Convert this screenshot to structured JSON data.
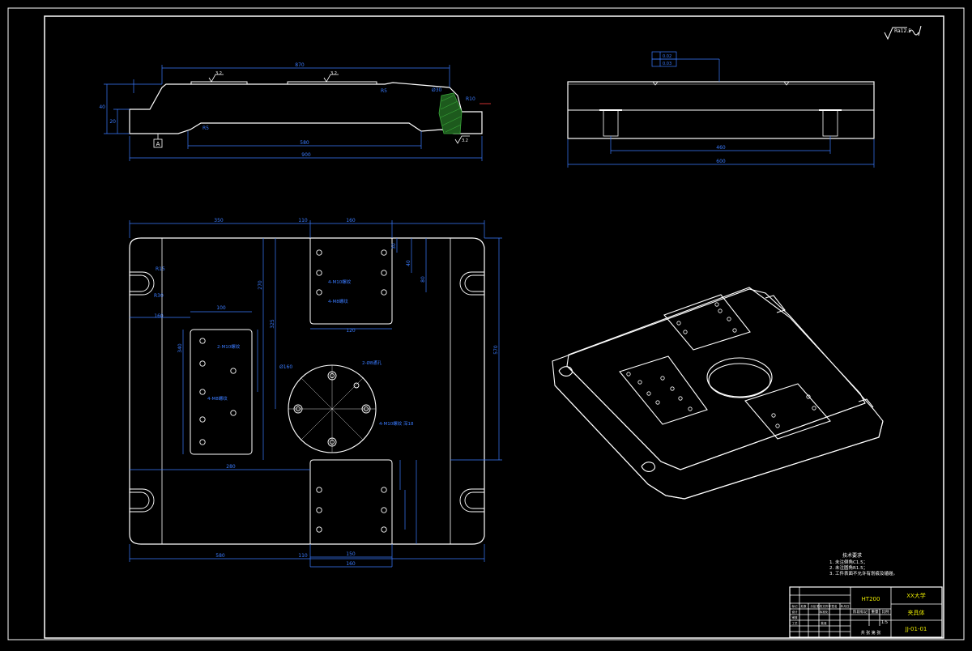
{
  "colors": {
    "background": "#000000",
    "outline": "#ffffff",
    "dimension": "#3a7bff",
    "hatch": "#2f8f2f",
    "centerline": "#ff3b3b",
    "text_yellow": "#e8e800",
    "text_green": "#37d137"
  },
  "front_view": {
    "overall_dim": "870",
    "bottom_inner_dim": "580",
    "bottom_overall_dim": "900",
    "left_height_dim": "40",
    "left_step_dim": "20",
    "right_radius": "R10",
    "right_height": "Ø30",
    "surface_finish_1": "3.2",
    "surface_finish_2": "3.2",
    "surface_finish_3": "3.2",
    "datum_label": "A",
    "small_r": "R5"
  },
  "side_view": {
    "tol_box_1": "0.02",
    "tol_box_2": "0.03",
    "inner_dim": "460",
    "overall_dim": "600"
  },
  "top_view": {
    "top_dim_1": "350",
    "top_dim_2": "110",
    "top_dim_3": "160",
    "left_slot_1": "R15",
    "left_slot_2": "R30",
    "left_dim_a": "160",
    "left_dim_b": "340",
    "left_pad_dim": "100",
    "right_vertical": "570",
    "inner_vertical_1": "270",
    "inner_vertical_2": "325",
    "hole_note_1": "4-M10螺纹",
    "hole_note_2": "4-M8螺纹",
    "pad_hole_note_1": "2-M10螺纹",
    "pad_hole_note_2": "4-M8螺纹",
    "circle_dia": "Ø160",
    "circle_note_1": "2-Ø8通孔",
    "circle_note_2": "4-M10螺纹 深18",
    "bottom_dim_1": "580",
    "bottom_dim_2": "110",
    "bottom_dim_3": "150",
    "bottom_dim_4": "160",
    "mid_dim": "280",
    "pad_bottom_dim": "120",
    "right_pad_dim_1": "30",
    "right_pad_dim_2": "40",
    "right_pad_dim_3": "80"
  },
  "notes": {
    "title": "技术要求",
    "line1": "1. 未注倒角C1.5；",
    "line2": "2. 未注圆角R1.5；",
    "line3": "3. 工件表面不允许有划痕及磕碰。"
  },
  "title_block": {
    "material": "HT200",
    "school": "XX大学",
    "part_name": "夹具体",
    "drawing_no": "JJ-01-01",
    "scale": "1:5",
    "sheet": "共 张 第 张",
    "row_labels": [
      "标记",
      "处数",
      "分区",
      "更改文件号",
      "签名",
      "年月日"
    ],
    "row_labels_2": [
      "设计",
      "标准化",
      "审核",
      "工艺",
      "批准"
    ],
    "stage_label": "阶段标记",
    "weight_label": "重量",
    "ratio_label": "比例"
  },
  "roughness_symbol": "Ra12.5"
}
